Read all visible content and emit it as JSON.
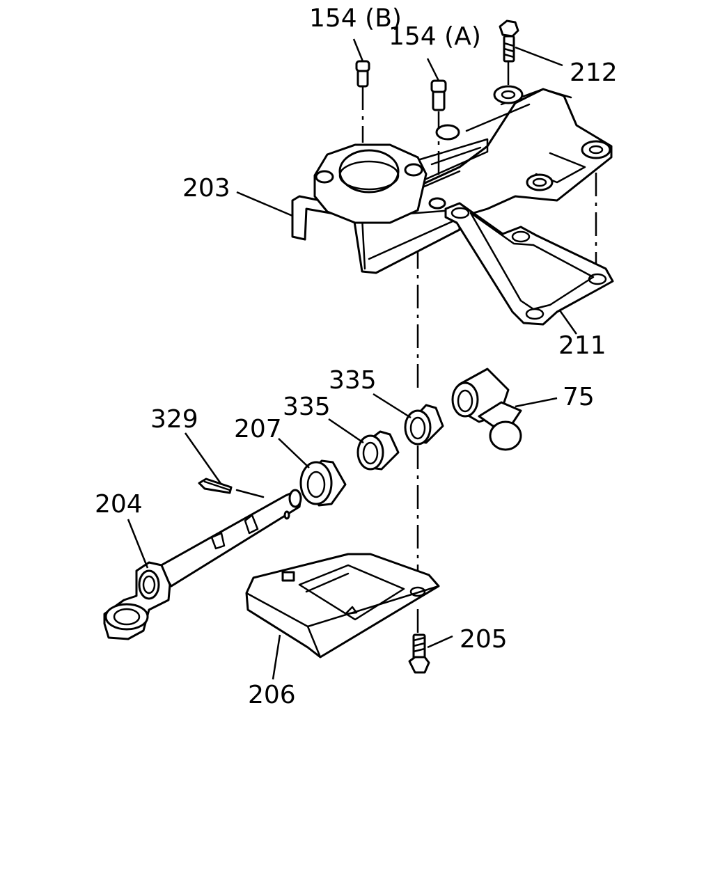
{
  "colors": {
    "line": "#000000",
    "background": "#ffffff"
  },
  "labels": {
    "p154b": "154 (B)",
    "p154a": "154 (A)",
    "p212": "212",
    "p203": "203",
    "p211": "211",
    "p335_upper": "335",
    "p335_lower": "335",
    "p75": "75",
    "p329": "329",
    "p207": "207",
    "p204": "204",
    "p205": "205",
    "p206": "206"
  }
}
